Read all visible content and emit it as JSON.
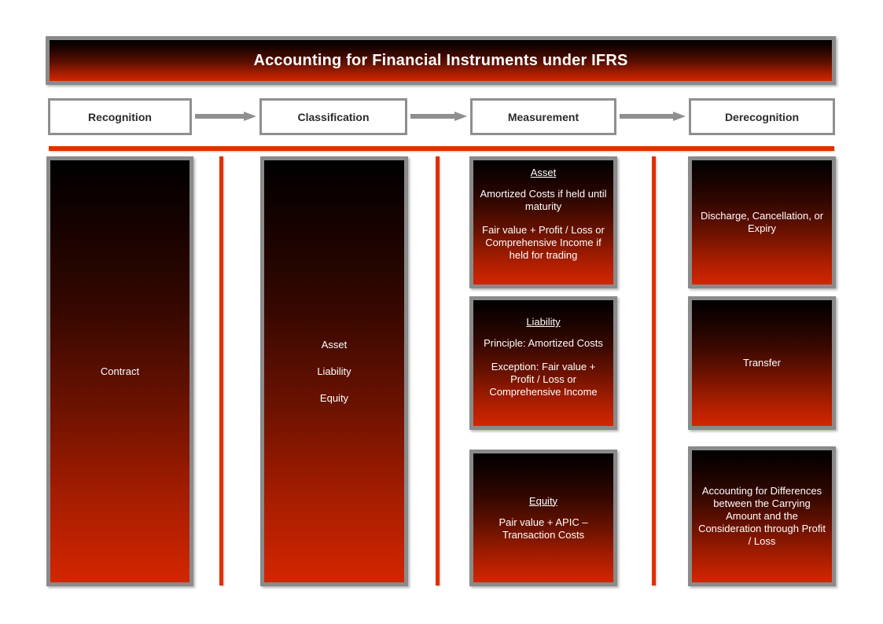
{
  "header": {
    "title": "Accounting for Financial Instruments under IFRS"
  },
  "stages": [
    {
      "label": "Recognition"
    },
    {
      "label": "Classification"
    },
    {
      "label": "Measurement"
    },
    {
      "label": "Derecognition"
    }
  ],
  "arrows": [
    {
      "name": "arrow-recognition-to-classification"
    },
    {
      "name": "arrow-classification-to-measurement"
    },
    {
      "name": "arrow-measurement-to-derecognition"
    }
  ],
  "columns": {
    "recognition": {
      "panels": [
        {
          "name": "panel-contract",
          "title": "",
          "lines": [
            "Contract"
          ]
        }
      ]
    },
    "classification": {
      "panels": [
        {
          "name": "panel-classification-types",
          "title": "",
          "lines": [
            "Asset",
            "Liability",
            "Equity"
          ]
        }
      ]
    },
    "measurement": {
      "panels": [
        {
          "name": "panel-measurement-asset",
          "title": "Asset",
          "lines": [
            "Amortized Costs if held until maturity",
            "Fair value + Profit / Loss or Comprehensive Income if held for trading"
          ]
        },
        {
          "name": "panel-measurement-liability",
          "title": "Liability",
          "lines": [
            "Principle: Amortized Costs",
            "Exception: Fair value + Profit / Loss or Comprehensive Income"
          ]
        },
        {
          "name": "panel-measurement-equity",
          "title": "Equity",
          "lines": [
            "Pair value + APIC – Transaction Costs"
          ]
        }
      ]
    },
    "derecognition": {
      "panels": [
        {
          "name": "panel-derecognition-discharge",
          "title": "",
          "lines": [
            "Discharge, Cancellation, or Expiry"
          ]
        },
        {
          "name": "panel-derecognition-transfer",
          "title": "",
          "lines": [
            "Transfer"
          ]
        },
        {
          "name": "panel-derecognition-differences",
          "title": "",
          "lines": [
            "Accounting for Differences between the Carrying Amount and the Consideration through Profit / Loss"
          ]
        }
      ]
    }
  },
  "colors": {
    "accent_red": "#e03000",
    "gradient_top": "#000000",
    "gradient_bottom": "#d32600",
    "border_gray": "#8a8a8a",
    "text_light": "#ffffff",
    "text_dark": "#2b2b2b"
  }
}
